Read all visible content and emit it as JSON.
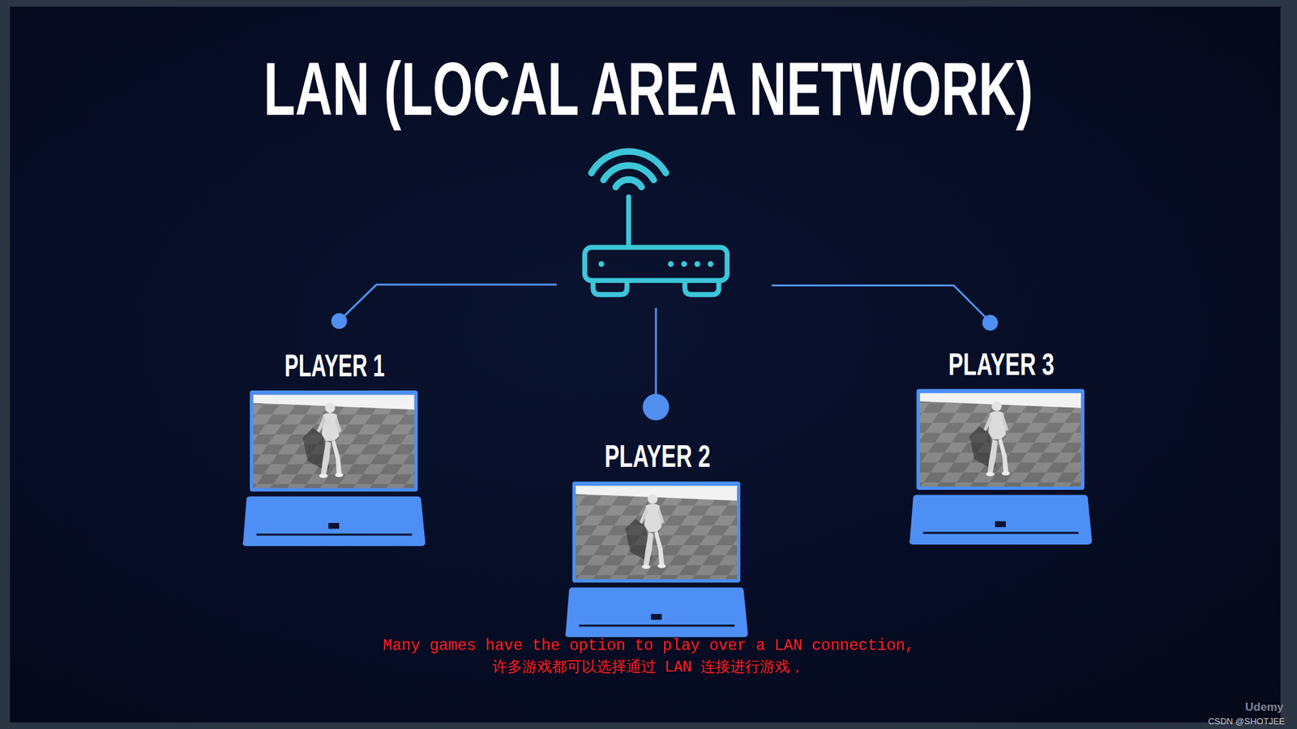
{
  "diagram": {
    "title": "LAN (LOCAL AREA NETWORK)",
    "nodes": [
      {
        "text": [
          "PLAYER 1"
        ]
      },
      {
        "text": [
          "PLAYER 2"
        ]
      },
      {
        "text": [
          "PLAYER 3"
        ]
      }
    ],
    "labels": [
      "Many games have the option to play over a LAN connection,",
      "许多游戏都可以选择通过 LAN 连接进行游戏，",
      "Udemy",
      "CSDN @SHOTJEE"
    ]
  }
}
